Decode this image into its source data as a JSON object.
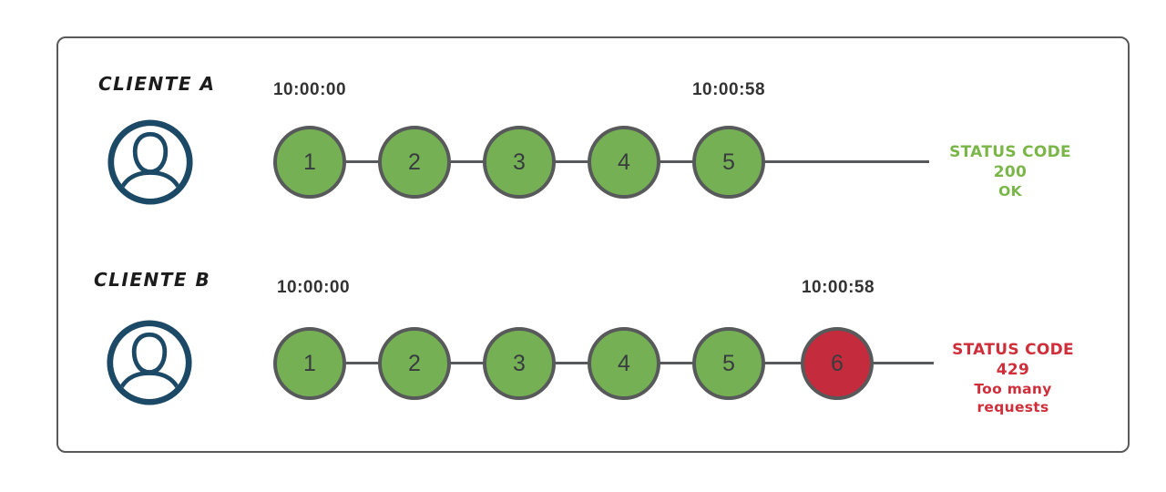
{
  "colors": {
    "frame_border": "#595959",
    "node_border": "#58595b",
    "node_green": "#75b154",
    "node_red": "#c42b3c",
    "status_green": "#7ab648",
    "status_red": "#cf2e3b",
    "avatar_navy": "#1c4966",
    "timestamp_text": "#333333",
    "client_text": "#1c1c1c"
  },
  "rows": [
    {
      "client_label": "CLIENTE A",
      "avatar_icon": "user-avatar-icon",
      "start_time": "10:00:00",
      "end_time": "10:00:58",
      "requests": [
        {
          "label": "1",
          "state": "success"
        },
        {
          "label": "2",
          "state": "success"
        },
        {
          "label": "3",
          "state": "success"
        },
        {
          "label": "4",
          "state": "success"
        },
        {
          "label": "5",
          "state": "success"
        }
      ],
      "status": {
        "line1": "STATUS CODE 200",
        "line2": "OK",
        "state": "ok"
      }
    },
    {
      "client_label": "CLIENTE B",
      "avatar_icon": "user-avatar-icon",
      "start_time": "10:00:00",
      "end_time": "10:00:58",
      "requests": [
        {
          "label": "1",
          "state": "success"
        },
        {
          "label": "2",
          "state": "success"
        },
        {
          "label": "3",
          "state": "success"
        },
        {
          "label": "4",
          "state": "success"
        },
        {
          "label": "5",
          "state": "success"
        },
        {
          "label": "6",
          "state": "rate-limited"
        }
      ],
      "status": {
        "line1": "STATUS CODE 429",
        "line2": "Too many requests",
        "state": "error"
      }
    }
  ]
}
